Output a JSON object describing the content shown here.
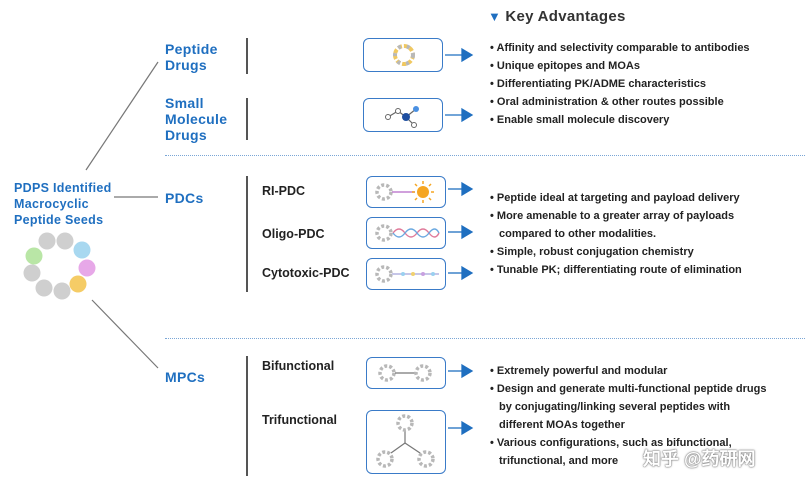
{
  "key_advantages_title": "Key Advantages",
  "seeds_label": "PDPS Identified Macrocyclic Peptide Seeds",
  "seeds_label_lines": [
    "PDPS Identified",
    "Macrocyclic",
    "Peptide Seeds"
  ],
  "categories": [
    {
      "label_lines": [
        "Peptide",
        "Drugs"
      ]
    },
    {
      "label_lines": [
        "Small",
        "Molecule",
        "Drugs"
      ]
    },
    {
      "label_lines": [
        "PDCs"
      ]
    },
    {
      "label_lines": [
        "MPCs"
      ]
    }
  ],
  "pdc_types": [
    "RI-PDC",
    "Oligo-PDC",
    "Cytotoxic-PDC"
  ],
  "mpc_types": [
    "Bifunctional",
    "Trifunctional"
  ],
  "advantages": {
    "drugs": [
      "Affinity and selectivity comparable to antibodies",
      "Unique epitopes and MOAs",
      "Differentiating PK/ADME characteristics",
      "Oral administration & other routes possible",
      "Enable small molecule discovery"
    ],
    "pdcs": [
      "Peptide ideal at targeting and payload delivery",
      "More amenable to a greater array of payloads",
      "compared to other modalities.",
      "Simple, robust conjugation chemistry",
      "Tunable PK; differentiating route of elimination"
    ],
    "mpcs": [
      "Extremely powerful and modular",
      "Design and generate multi-functional peptide drugs",
      "by conjugating/linking several peptides with",
      "different MOAs together",
      "Various configurations, such as bifunctional,",
      "trifunctional, and more"
    ]
  },
  "watermark": "知乎 @药研网",
  "colors": {
    "accent": "#1f6fc0",
    "box_border": "#3a7bc8",
    "arrow": "#1f6fc0"
  }
}
